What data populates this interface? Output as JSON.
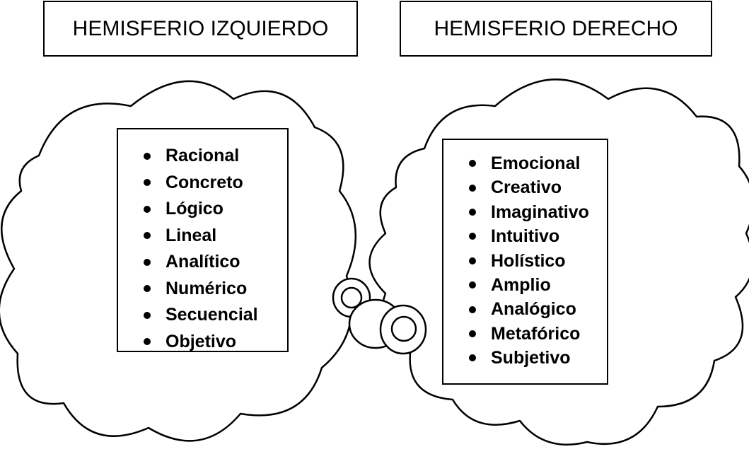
{
  "titles": {
    "left": "HEMISFERIO IZQUIERDO",
    "right": "HEMISFERIO DERECHO"
  },
  "left_list": [
    "Racional",
    "Concreto",
    "Lógico",
    "Lineal",
    "Analítico",
    "Numérico",
    "Secuencial",
    "Objetivo"
  ],
  "right_list": [
    "Emocional",
    "Creativo",
    "Imaginativo",
    "Intuitivo",
    "Holístico",
    "Amplio",
    "Analógico",
    "Metafórico",
    "Subjetivo"
  ],
  "colors": {
    "line": "#000000",
    "background": "#ffffff"
  }
}
